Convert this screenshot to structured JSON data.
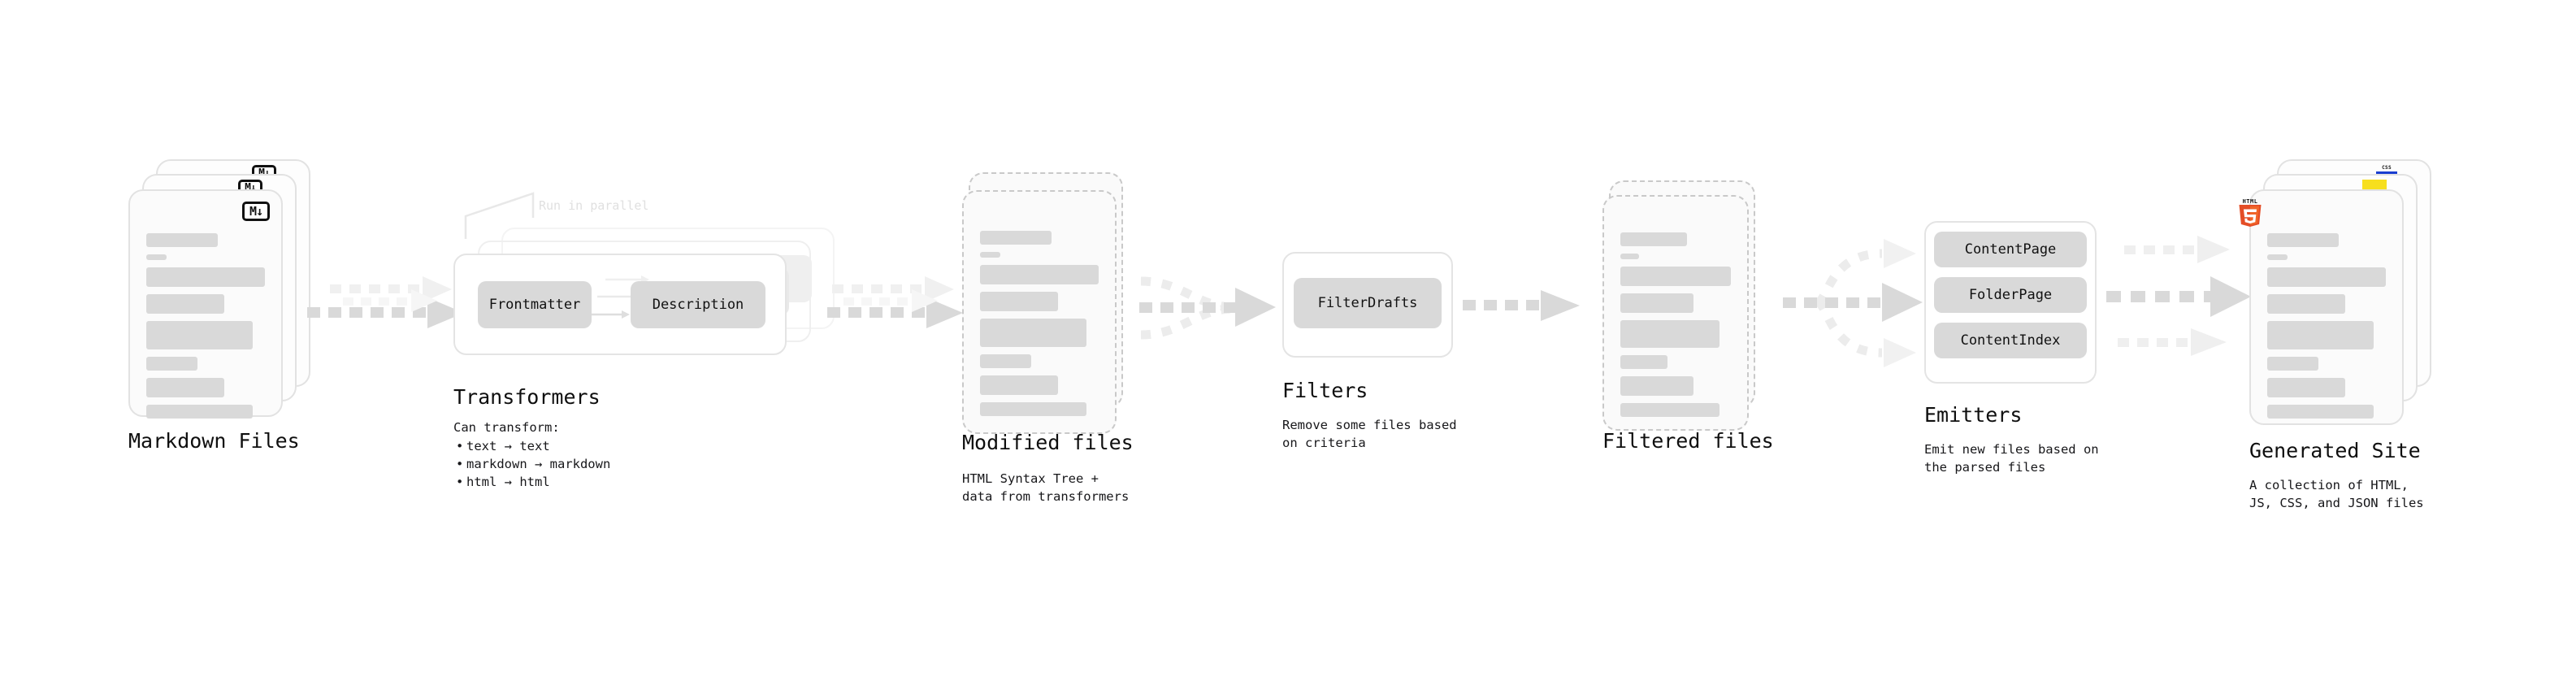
{
  "diagram": {
    "title_text": "",
    "accent_colors": {
      "bar": "#d9d9d9",
      "arrow": "#d7d7d7",
      "card_border": "#e2e2e2",
      "dashed_border": "#c9c9c9",
      "html5": "#e44d26",
      "css": "#1a3ed0",
      "js": "#f7df1e"
    }
  },
  "stages": {
    "markdown_files": {
      "title": "Markdown Files",
      "badge_icon": "markdown-icon",
      "badge_text": "M↓",
      "stack_count": 3
    },
    "transformers": {
      "title": "Transformers",
      "parallel_note": "Run in parallel",
      "nodes": [
        "Frontmatter",
        "Description"
      ],
      "caption_head": "Can transform:",
      "bullets": [
        "text → text",
        "markdown → markdown",
        "html → html"
      ],
      "stack_count": 3
    },
    "modified_files": {
      "title": "Modified files",
      "subtitle": "HTML Syntax Tree +\ndata from transformers",
      "stack_count": 2
    },
    "filters": {
      "title": "Filters",
      "nodes": [
        "FilterDrafts"
      ],
      "subtitle": "Remove some files based\non criteria"
    },
    "filtered_files": {
      "title": "Filtered files",
      "subtitle": "",
      "stack_count": 2
    },
    "emitters": {
      "title": "Emitters",
      "nodes": [
        "ContentPage",
        "FolderPage",
        "ContentIndex"
      ],
      "subtitle": "Emit new files based on\nthe parsed files"
    },
    "generated_site": {
      "title": "Generated Site",
      "subtitle": "A collection of HTML,\nJS, CSS, and JSON files",
      "badges": [
        "css-icon",
        "js-icon",
        "html5-icon"
      ],
      "badge_labels": {
        "css": "CSS",
        "html5": "HTML"
      },
      "stack_count": 3
    }
  }
}
